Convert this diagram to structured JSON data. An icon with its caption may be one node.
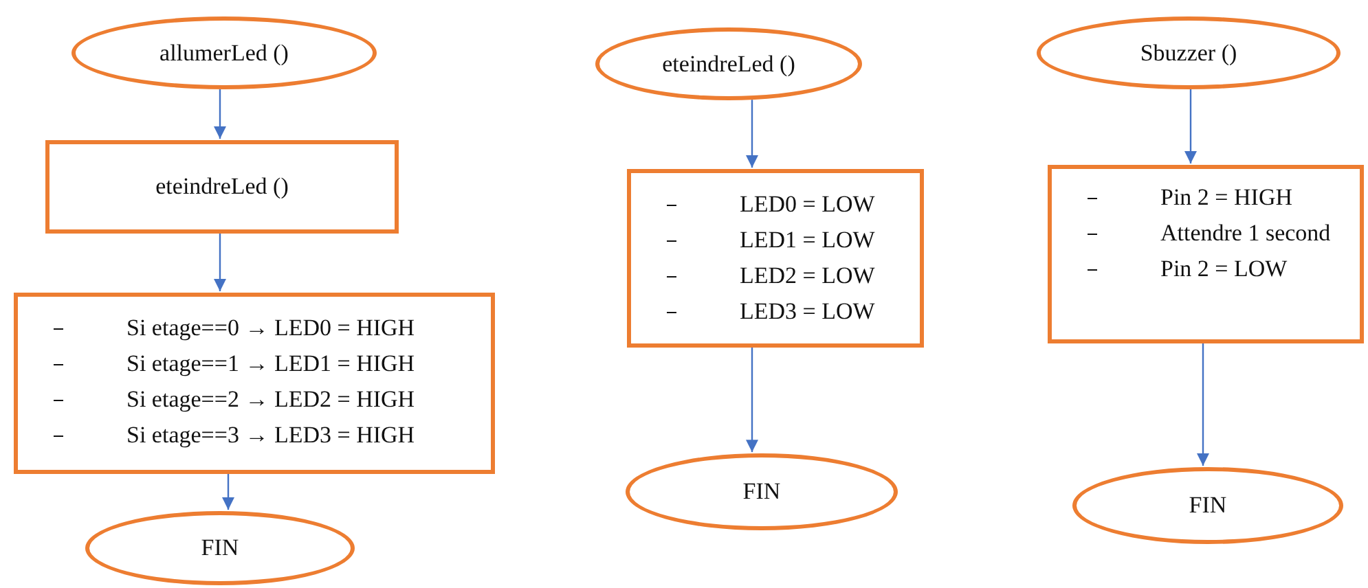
{
  "diagram": {
    "nodes": [
      {
        "text": [
          "allumerLed ()"
        ]
      },
      {
        "text": [
          "eteindreLed ()"
        ]
      },
      {
        "text": [
          "Si etage==0 → LED0 = HIGH",
          "Si etage==1 → LED1 = HIGH",
          "Si etage==2 → LED2 = HIGH",
          "Si etage==3 → LED3 = HIGH"
        ]
      },
      {
        "text": [
          "FIN"
        ]
      },
      {
        "text": [
          "eteindreLed ()"
        ]
      },
      {
        "text": [
          "LED0 = LOW",
          "LED1 = LOW",
          "LED2 = LOW",
          "LED3 = LOW"
        ]
      },
      {
        "text": [
          "FIN"
        ]
      },
      {
        "text": [
          "Sbuzzer ()"
        ]
      },
      {
        "text": [
          "Pin 2 = HIGH",
          "Attendre 1 second",
          "Pin 2 = LOW"
        ]
      },
      {
        "text": [
          "FIN"
        ]
      }
    ],
    "edges": [
      {
        "from": 0,
        "to": 1,
        "arrow": "to"
      },
      {
        "from": 1,
        "to": 2,
        "arrow": "to"
      },
      {
        "from": 2,
        "to": 3,
        "arrow": "to"
      },
      {
        "from": 4,
        "to": 5,
        "arrow": "to"
      },
      {
        "from": 5,
        "to": 6,
        "arrow": "to"
      },
      {
        "from": 7,
        "to": 8,
        "arrow": "to"
      },
      {
        "from": 8,
        "to": 9,
        "arrow": "to"
      }
    ]
  }
}
